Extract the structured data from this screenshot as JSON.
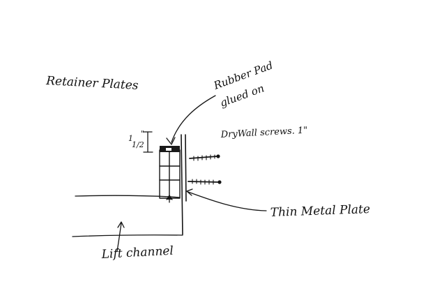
{
  "labels": {
    "title": "Retainer Plates",
    "rubber_pad_line1": "Rubber Pad",
    "rubber_pad_line2": "glued on",
    "screws": "DryWall screws.  1\"",
    "dimension_whole": "1",
    "dimension_fraction": "1/2",
    "dimension_unit": "\"",
    "metal_plate": "Thin Metal Plate",
    "lift_channel": "Lift channel"
  },
  "colors": {
    "ink": "#141414",
    "background": "#ffffff"
  }
}
